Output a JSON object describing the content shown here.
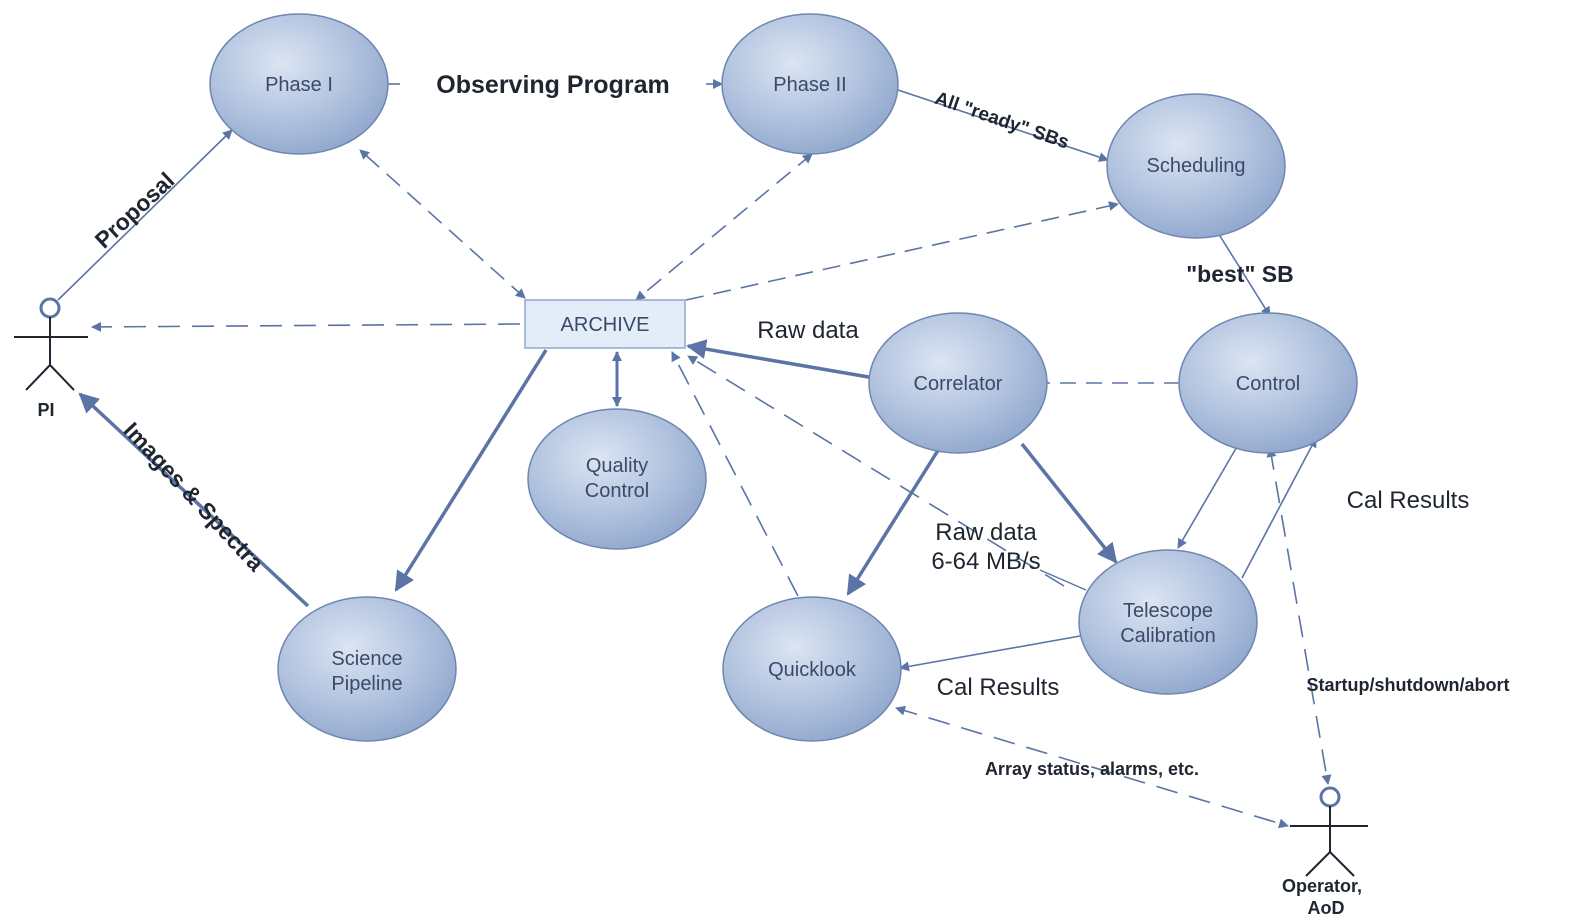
{
  "colors": {
    "node_fill_light": "#c9d6ea",
    "node_fill_dark": "#8ea5cc",
    "node_stroke": "#6f86b0",
    "edge": "#5b74a6",
    "archive_fill": "#e3edf8",
    "text": "#1f2630"
  },
  "nodes": {
    "phase1": "Phase I",
    "phase2": "Phase II",
    "scheduling": "Scheduling",
    "archive": "ARCHIVE",
    "quality_control": [
      "Quality",
      "Control"
    ],
    "correlator": "Correlator",
    "control": "Control",
    "science_pipeline": [
      "Science",
      "Pipeline"
    ],
    "quicklook": "Quicklook",
    "telescope_calibration": [
      "Telescope",
      "Calibration"
    ]
  },
  "actors": {
    "pi": "PI",
    "operator": [
      "Operator,",
      "AoD"
    ]
  },
  "edge_labels": {
    "observing_program": "Observing Program",
    "ready_sbs": "All \"ready\" SBs",
    "proposal": "Proposal",
    "best_sb": "\"best\" SB",
    "raw_data_top": "Raw data",
    "raw_data_rate": [
      "Raw data",
      "6-64 MB/s"
    ],
    "cal_results_right": "Cal Results",
    "cal_results_bottom": "Cal Results",
    "images_spectra": "Images & Spectra",
    "startup": "Startup/shutdown/abort",
    "array_status": "Array status, alarms, etc."
  }
}
